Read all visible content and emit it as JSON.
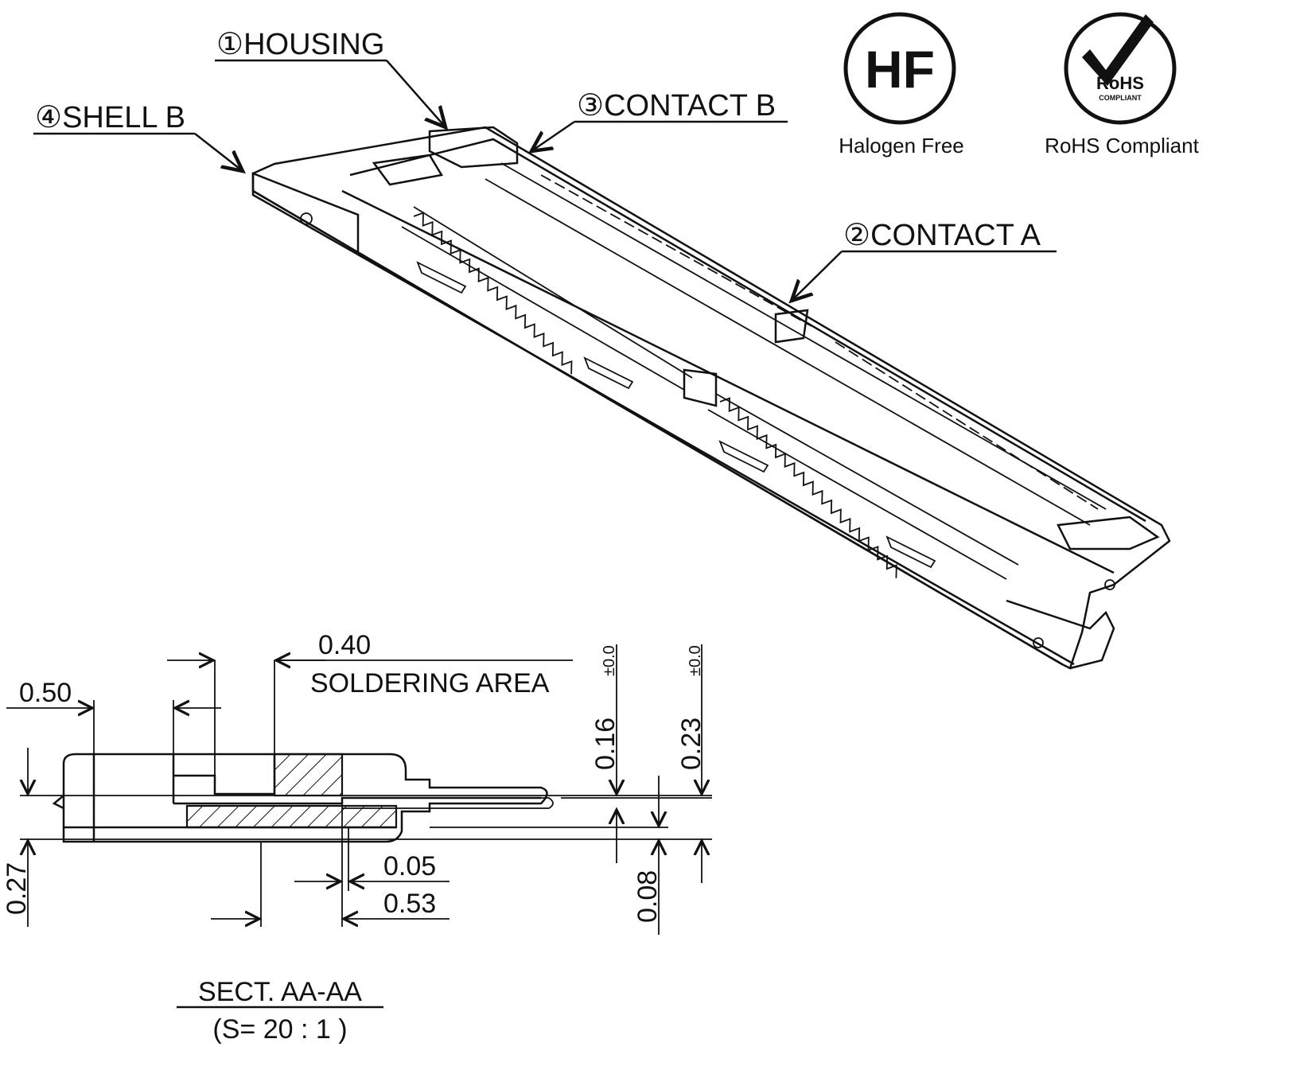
{
  "callouts": {
    "housing": "①HOUSING",
    "contact_a": "②CONTACT A",
    "contact_b": "③CONTACT B",
    "shell_b": "④SHELL B"
  },
  "badges": {
    "hf": {
      "mark": "HF",
      "caption": "Halogen Free"
    },
    "rohs": {
      "mark": "RoHS",
      "sub": "COMPLIANT",
      "caption": "RoHS Compliant"
    }
  },
  "section": {
    "title": "SECT. AA-AA",
    "scale": "(S= 20 : 1 )",
    "dims": {
      "d040": "0.40",
      "soldering_area": "SOLDERING AREA",
      "d050": "0.50",
      "d016": "0.16",
      "d016_tol": "±0.0",
      "d023": "0.23",
      "d023_tol": "±0.0",
      "d027": "0.27",
      "d005": "0.05",
      "d053": "0.53",
      "d008": "0.08"
    }
  }
}
